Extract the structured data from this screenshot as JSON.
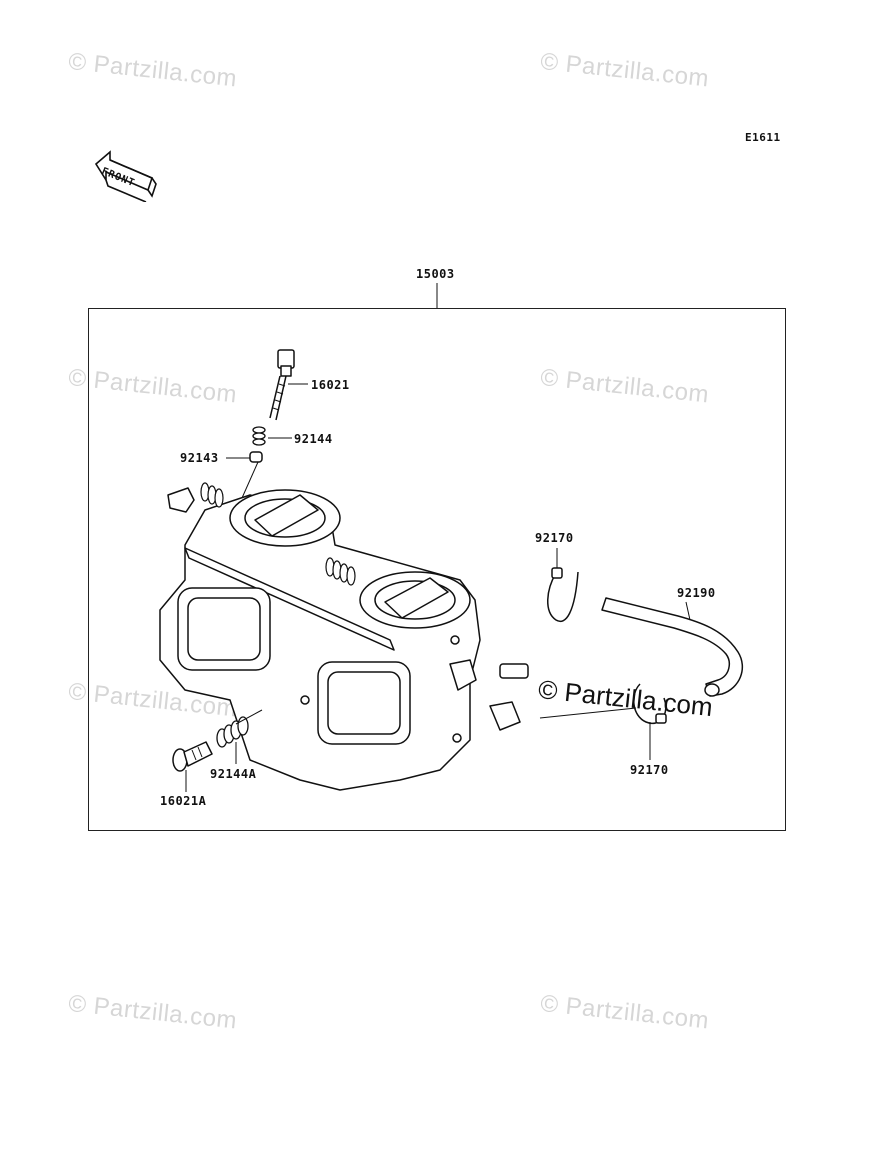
{
  "diagram_code": "E1611",
  "watermark_text": "© Partzilla.com",
  "front_label": "FRONT",
  "assembly_label": "15003",
  "parts": {
    "p16021": "16021",
    "p92144": "92144",
    "p92143": "92143",
    "p92170a": "92170",
    "p92190": "92190",
    "p92170b": "92170",
    "p92144a": "92144A",
    "p16021a": "16021A"
  },
  "colors": {
    "line": "#111111",
    "watermark": "#d6d6d6"
  }
}
